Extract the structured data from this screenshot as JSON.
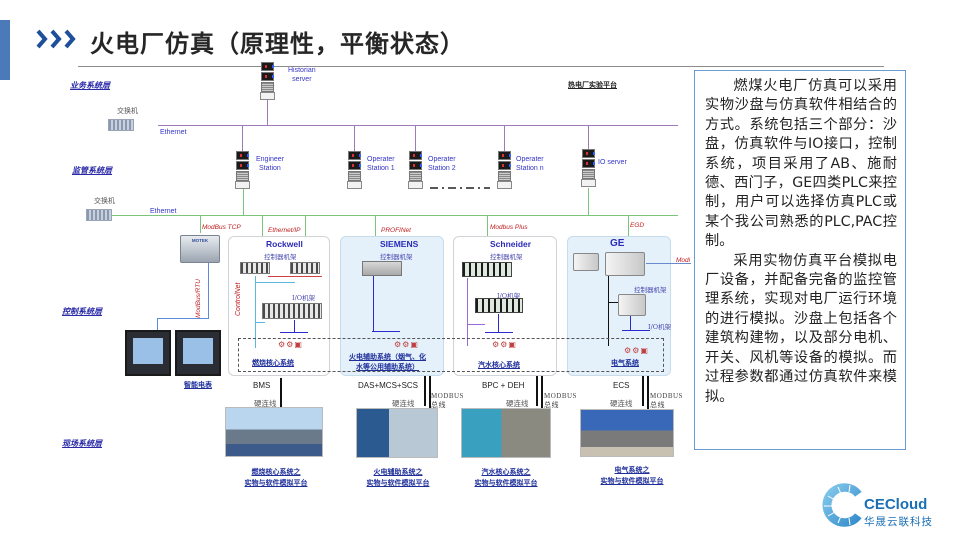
{
  "header": {
    "title": "火电厂仿真（原理性，平衡状态）",
    "accent_color": "#4a7ab8",
    "chevron_color": "#1e4f9c"
  },
  "diagram": {
    "platform_title": "热电厂实验平台",
    "layers": {
      "business": "业务系统层",
      "supervisory": "监管系统层",
      "control": "控制系统层",
      "field": "现场系统层"
    },
    "historian": {
      "line1": "Historian",
      "line2": "server"
    },
    "switch_label": "交换机",
    "ethernet_label": "Ethernet",
    "stations": [
      {
        "line1": "Engineer",
        "line2": "Station"
      },
      {
        "line1": "Operater",
        "line2": "Station 1"
      },
      {
        "line1": "Operater",
        "line2": "Station 2"
      },
      {
        "line1": "Operater",
        "line2": "Station n"
      },
      {
        "line1": "IO server",
        "line2": ""
      }
    ],
    "protocols": {
      "modbus_tcp": "ModBus TCP",
      "ethernet_ip": "Ethernet/IP",
      "profinet": "PROFINet",
      "modbus_plus": "Modbus Plus",
      "egd": "EGD",
      "modbus_rtu": "ModBus/RTU",
      "controlnet": "ControlNet",
      "modi": "Modi"
    },
    "converter_brand": "MOTEK",
    "meter_label": "智能电表",
    "vendors": [
      {
        "name": "Rockwell",
        "ctrl_rack": "控制器机架",
        "io_rack": "I/O机架",
        "system": "燃烧核心系统",
        "code": "BMS",
        "photo_caption1": "燃烧核心系统之",
        "photo_caption2": "实物与软件模拟平台"
      },
      {
        "name": "SIEMENS",
        "ctrl_rack": "控制器机架",
        "io_rack": "",
        "system": "火电辅助系统（烟气、化水等公用辅助系统）",
        "system_line1": "火电辅助系统（烟气、化",
        "system_line2": "水等公用辅助系统）",
        "code": "DAS+MCS+SCS",
        "photo_caption1": "火电辅助系统之",
        "photo_caption2": "实物与软件模拟平台"
      },
      {
        "name": "Schneider",
        "ctrl_rack": "控制器机架",
        "io_rack": "I/O机架",
        "system": "汽水核心系统",
        "code": "BPC + DEH",
        "photo_caption1": "汽水核心系统之",
        "photo_caption2": "实物与软件模拟平台"
      },
      {
        "name": "GE",
        "ctrl_rack": "控制器机架",
        "io_rack": "I/O机架",
        "system": "电气系统",
        "code": "ECS",
        "photo_caption1": "电气系统之",
        "photo_caption2": "实物与软件模拟平台"
      }
    ],
    "hardwire_label": "硬连线",
    "modbus_line1": "MODBUS",
    "modbus_line2": "总线",
    "field_icons": "⚙⚙▣"
  },
  "description": {
    "para1": "燃煤火电厂仿真可以采用实物沙盘与仿真软件相结合的方式。系统包括三个部分：沙盘，仿真软件与IO接口，控制系统，项目采用了AB、施耐德、西门子，GE四类PLC来控制，用户可以选择仿真PLC或某个我公司熟悉的PLC,PAC控制。",
    "para2": "采用实物仿真平台模拟电厂设备，并配备完备的监控管理系统，实现对电厂运行环境的进行模拟。沙盘上包括各个建筑构建物，以及部分电机、开关、风机等设备的模拟。而过程参数都通过仿真软件来模拟。"
  },
  "logo": {
    "en": "CECloud",
    "cn": "华晟云联科技",
    "color": "#1a6fb5"
  }
}
